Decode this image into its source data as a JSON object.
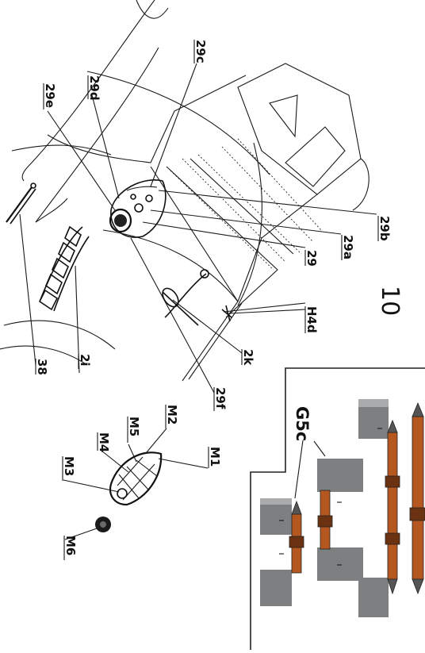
{
  "step_number": "10",
  "labels": {
    "l29c": "29c",
    "l29d": "29d",
    "l29e": "29e",
    "l29b": "29b",
    "l29a": "29a",
    "l29": "29",
    "lH4d": "H4d",
    "l2k": "2k",
    "l29f": "29f",
    "l2i": "2i",
    "l38": "38",
    "lM1": "M1",
    "lM2": "M2",
    "lM3": "M3",
    "lM4": "M4",
    "lM5": "M5",
    "lM6": "M6"
  },
  "inset": {
    "part_label": "G5c"
  },
  "colors": {
    "line": "#111111",
    "rod_copper": "#b5581f",
    "panel_gray": "#7d7f80",
    "panel_light": "#a9abac"
  }
}
